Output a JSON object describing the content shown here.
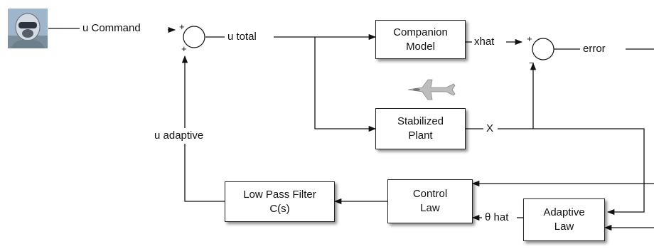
{
  "images": {
    "pilot": "pilot-photo",
    "aircraft": "jet-aircraft"
  },
  "blocks": {
    "companion_model": [
      "Companion",
      "Model"
    ],
    "stabilized_plant": [
      "Stabilized",
      "Plant"
    ],
    "low_pass_filter": [
      "Low Pass Filter",
      "C(s)"
    ],
    "control_law": [
      "Control",
      "Law"
    ],
    "adaptive_law": [
      "Adaptive",
      "Law"
    ]
  },
  "signals": {
    "u_command": "u Command",
    "u_total": "u total",
    "xhat": "xhat",
    "x": "X",
    "error": "error",
    "u_adaptive": "u adaptive",
    "theta_hat": "θ hat"
  },
  "signs": {
    "sum1_top": "+",
    "sum1_bottom": "+",
    "sum2_left": "+",
    "sum2_bottom": "−"
  }
}
